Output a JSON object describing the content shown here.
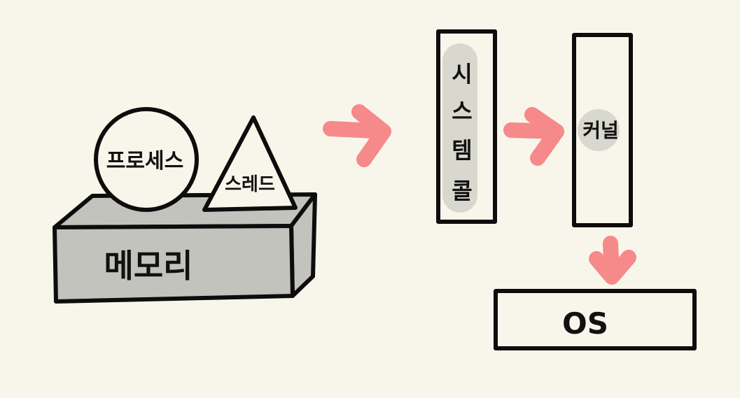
{
  "colors": {
    "background": "#f8f6ea",
    "memory_fill": "#c3c3bd",
    "arrow": "#f6898a",
    "highlight": "#d8d8cf",
    "line": "#0d0d0d"
  },
  "nodes": {
    "process": "프로세스",
    "thread": "스레드",
    "memory": "메모리",
    "syscall": [
      "시",
      "스",
      "템",
      "콜"
    ],
    "kernel": "커널",
    "os": "OS"
  },
  "arrows": [
    "memory-to-syscall",
    "syscall-to-kernel",
    "kernel-to-os"
  ]
}
